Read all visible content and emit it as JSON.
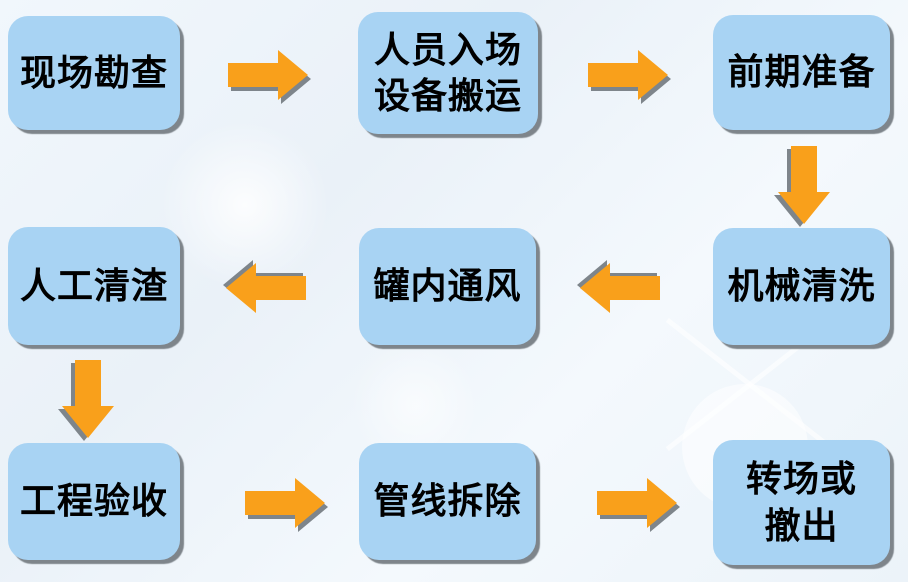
{
  "flowchart": {
    "nodes": [
      {
        "name": "site-survey",
        "lines": [
          "现场勘查"
        ]
      },
      {
        "name": "personnel-entry-equipment-transport",
        "lines": [
          "人员入场",
          "设备搬运"
        ]
      },
      {
        "name": "preliminary-preparation",
        "lines": [
          "前期准备"
        ]
      },
      {
        "name": "mechanical-cleaning",
        "lines": [
          "机械清洗"
        ]
      },
      {
        "name": "tank-ventilation",
        "lines": [
          "罐内通风"
        ]
      },
      {
        "name": "manual-slag-removal",
        "lines": [
          "人工清渣"
        ]
      },
      {
        "name": "project-acceptance",
        "lines": [
          "工程验收"
        ]
      },
      {
        "name": "pipeline-removal",
        "lines": [
          "管线拆除"
        ]
      },
      {
        "name": "relocation-or-withdrawal",
        "lines": [
          "转场或",
          "撤出"
        ]
      }
    ],
    "edges": [
      {
        "from": "现场勘查",
        "to": "人员入场设备搬运",
        "direction": "right"
      },
      {
        "from": "人员入场设备搬运",
        "to": "前期准备",
        "direction": "right"
      },
      {
        "from": "前期准备",
        "to": "机械清洗",
        "direction": "down"
      },
      {
        "from": "机械清洗",
        "to": "罐内通风",
        "direction": "left"
      },
      {
        "from": "罐内通风",
        "to": "人工清渣",
        "direction": "left"
      },
      {
        "from": "人工清渣",
        "to": "工程验收",
        "direction": "down"
      },
      {
        "from": "工程验收",
        "to": "管线拆除",
        "direction": "right"
      },
      {
        "from": "管线拆除",
        "to": "转场或撤出",
        "direction": "right"
      }
    ]
  },
  "colors": {
    "node_fill": "#A8D3F3",
    "arrow_fill": "#F9A01B",
    "shadow": "#7E858B",
    "background": "#EEF4FA",
    "text": "#000000"
  }
}
